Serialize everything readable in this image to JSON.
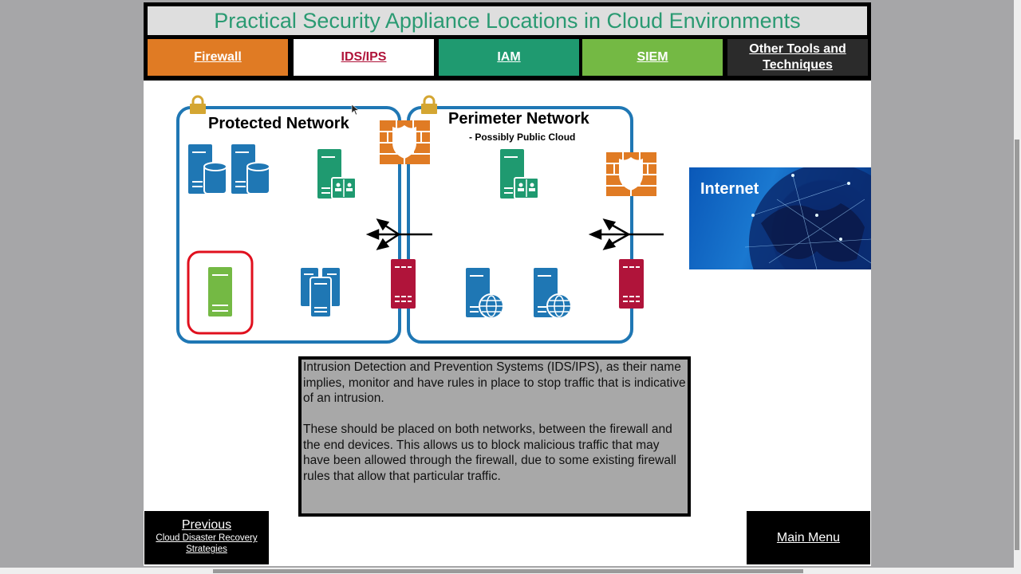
{
  "title": "Practical Security Appliance Locations in Cloud Environments",
  "tabs": [
    {
      "label": "Firewall",
      "bg": "#e07b24",
      "color": "#ffffff"
    },
    {
      "label": "IDS/IPS",
      "bg": "#ffffff",
      "color": "#b0143a",
      "active": true
    },
    {
      "label": "IAM",
      "bg": "#1f9a70",
      "color": "#ffffff"
    },
    {
      "label": "SIEM",
      "bg": "#74b944",
      "color": "#ffffff"
    },
    {
      "label": "Other Tools and Techniques",
      "bg": "#2b2b2b",
      "color": "#ffffff"
    }
  ],
  "diagram": {
    "protected_network": {
      "label": "Protected Network"
    },
    "perimeter_network": {
      "label": "Perimeter Network",
      "sublabel": "- Possibly Public Cloud"
    },
    "internet": {
      "label": "Internet"
    },
    "colors": {
      "network_border": "#1f77b4",
      "firewall": "#e07b24",
      "ids": "#b0143a",
      "server_blue": "#1f77b4",
      "server_green": "#1f9a70",
      "server_lime": "#74b944",
      "lock": "#d4a632",
      "highlight": "#e0101e"
    }
  },
  "info": {
    "paragraphs": [
      "Intrusion Detection and Prevention Systems (IDS/IPS), as their name implies, monitor and have rules in place to stop traffic that is indicative of an intrusion.",
      "These should be placed on both networks, between the firewall and the end devices. This allows us to block malicious traffic that may have been allowed through the firewall, due to some existing firewall rules that allow that particular traffic."
    ]
  },
  "nav": {
    "previous_label": "Previous",
    "previous_target": "Cloud Disaster Recovery Strategies",
    "main_menu_label": "Main Menu"
  }
}
